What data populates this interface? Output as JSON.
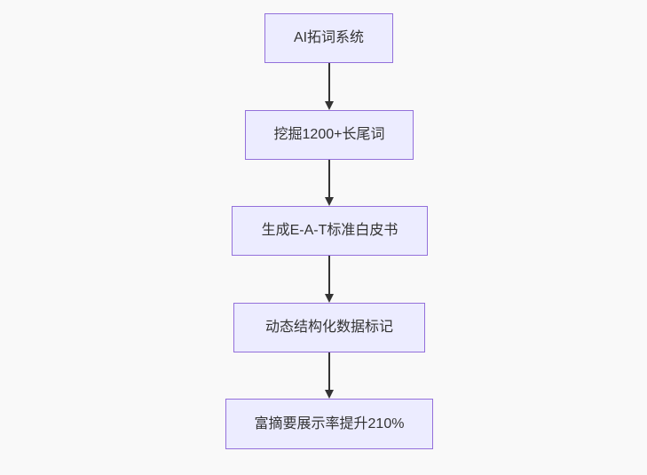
{
  "diagram": {
    "type": "flowchart",
    "direction": "top-down",
    "nodes": [
      {
        "id": "n1",
        "label": "AI拓词系统"
      },
      {
        "id": "n2",
        "label": "挖掘1200+长尾词"
      },
      {
        "id": "n3",
        "label": "生成E-A-T标准白皮书"
      },
      {
        "id": "n4",
        "label": "动态结构化数据标记"
      },
      {
        "id": "n5",
        "label": "富摘要展示率提升210%"
      }
    ],
    "edges": [
      {
        "from": "n1",
        "to": "n2"
      },
      {
        "from": "n2",
        "to": "n3"
      },
      {
        "from": "n3",
        "to": "n4"
      },
      {
        "from": "n4",
        "to": "n5"
      }
    ]
  },
  "colors": {
    "background": "#f9f9f9",
    "node_fill": "#ececff",
    "node_border": "#9370db",
    "node_text": "#333333",
    "arrow": "#333333"
  }
}
